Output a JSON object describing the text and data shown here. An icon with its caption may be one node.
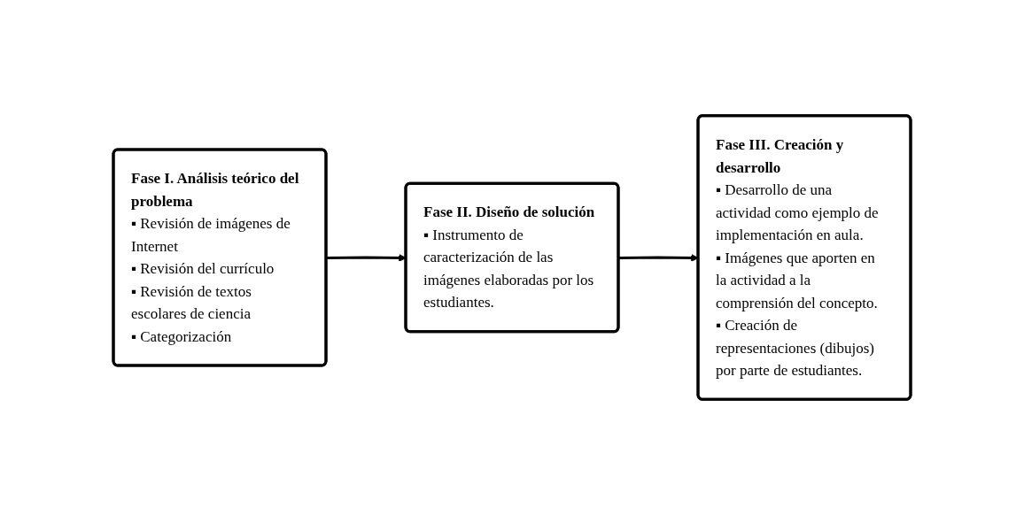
{
  "diagram": {
    "nodes": [
      {
        "text": [
          "Fase I. Análisis teórico del problema",
          "▪ Revisión de imágenes de Internet",
          "▪ Revisión del currículo",
          "▪ Revisión de textos escolares de ciencia",
          "▪ Categorización"
        ]
      },
      {
        "text": [
          "Fase II. Diseño de solución",
          "▪ Instrumento de caracterización de las imágenes elaboradas por los estudiantes."
        ]
      },
      {
        "text": [
          "Fase III. Creación y desarrollo",
          "▪ Desarrollo de una actividad como ejemplo de implementación en aula.",
          "▪ Imágenes que aporten en la actividad a la comprensión del concepto.",
          "▪ Creación de representaciones (dibujos) por parte de estudiantes."
        ]
      }
    ],
    "edges": [
      {
        "from": 0,
        "to": 1,
        "arrow": "to"
      },
      {
        "from": 1,
        "to": 2,
        "arrow": "to"
      }
    ]
  }
}
